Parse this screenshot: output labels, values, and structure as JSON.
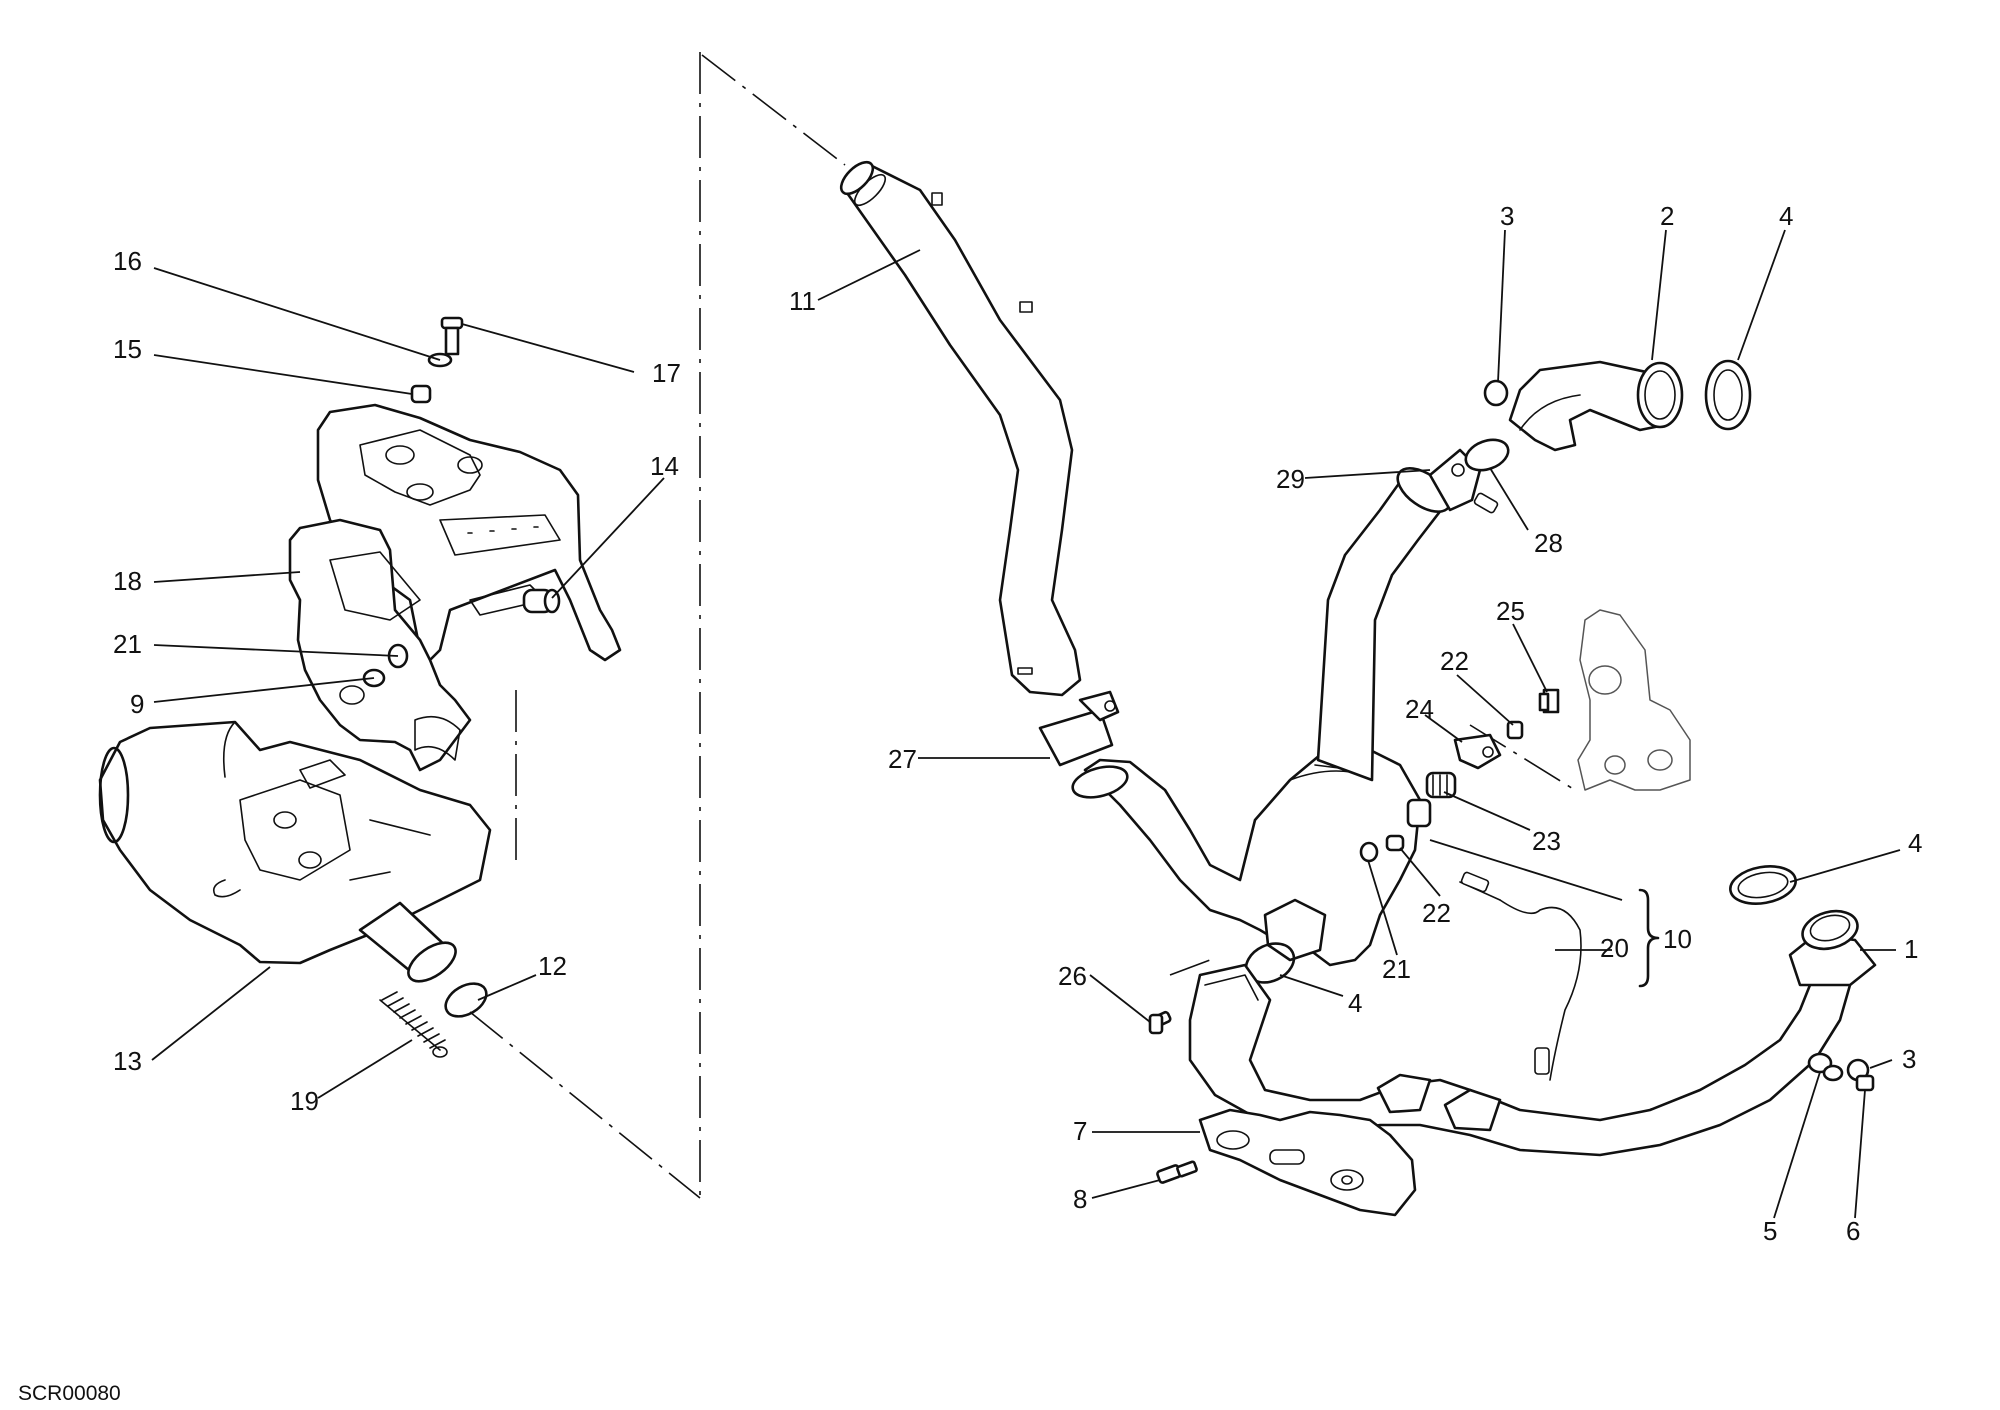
{
  "diagram": {
    "drawing_code": "SCR00080",
    "callouts": {
      "c1": "1",
      "c2": "2",
      "c3a": "3",
      "c3b": "3",
      "c4a": "4",
      "c4b": "4",
      "c4c": "4",
      "c5": "5",
      "c6": "6",
      "c7": "7",
      "c8": "8",
      "c9": "9",
      "c10": "10",
      "c11": "11",
      "c12": "12",
      "c13": "13",
      "c14": "14",
      "c15": "15",
      "c16": "16",
      "c17": "17",
      "c18": "18",
      "c19": "19",
      "c20": "20",
      "c21a": "21",
      "c21b": "21",
      "c22a": "22",
      "c22b": "22",
      "c23": "23",
      "c24": "24",
      "c25": "25",
      "c26": "26",
      "c27": "27",
      "c28": "28",
      "c29": "29"
    }
  }
}
